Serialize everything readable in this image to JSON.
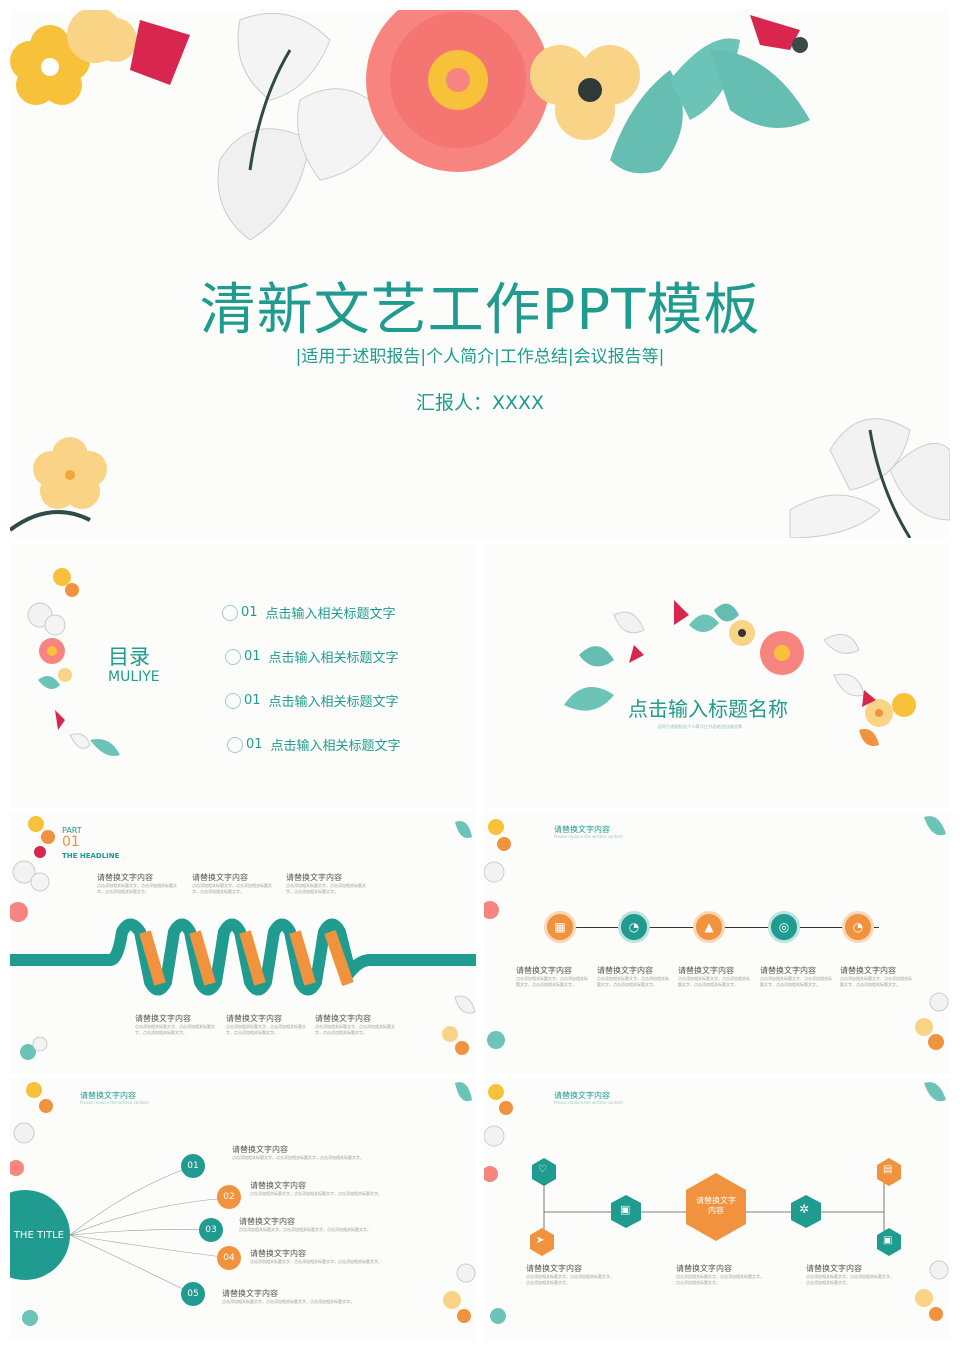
{
  "colors": {
    "teal": "#1f9b8f",
    "orange": "#f0923e",
    "pink": "#f7747a",
    "yellow": "#f7cf6d",
    "mint": "#6cc3b7"
  },
  "cover": {
    "title": "清新文艺工作PPT模板",
    "subtitle": "|适用于述职报告|个人简介|工作总结|会议报告等|",
    "reporter": "汇报人：XXXX"
  },
  "toc": {
    "title": "目录",
    "title_en": "MULIYE",
    "items": [
      {
        "num": "01",
        "label": "点击输入相关标题文字"
      },
      {
        "num": "01",
        "label": "点击输入相关标题文字"
      },
      {
        "num": "01",
        "label": "点击输入相关标题文字"
      },
      {
        "num": "01",
        "label": "点击输入相关标题文字"
      }
    ]
  },
  "section": {
    "title": "点击输入标题名称",
    "sub": "适用于述职报告|个人简介|工作总结|会议报告等"
  },
  "part": {
    "label": "PART",
    "num": "01",
    "headline": "THE HEADLINE",
    "top_blocks": [
      {
        "title": "请替换文字内容",
        "body": "点击添加相关标题文字，点击添加相关标题文字，点击添加相关标题文字。"
      },
      {
        "title": "请替换文字内容",
        "body": "点击添加相关标题文字，点击添加相关标题文字，点击添加相关标题文字。"
      },
      {
        "title": "请替换文字内容",
        "body": "点击添加相关标题文字，点击添加相关标题文字，点击添加相关标题文字。"
      }
    ],
    "bottom_blocks": [
      {
        "title": "请替换文字内容",
        "body": "点击添加相关标题文字，点击添加相关标题文字，点击添加相关标题文字。"
      },
      {
        "title": "请替换文字内容",
        "body": "点击添加相关标题文字，点击添加相关标题文字，点击添加相关标题文字。"
      },
      {
        "title": "请替换文字内容",
        "body": "点击添加相关标题文字，点击添加相关标题文字，点击添加相关标题文字。"
      }
    ]
  },
  "timeline": {
    "title": "请替换文字内容",
    "title_en": "Please replace the written content",
    "icons": [
      "map-icon",
      "gauge-icon",
      "graduation-icon",
      "globe-icon",
      "gauge-icon"
    ],
    "blocks": [
      {
        "title": "请替换文字内容",
        "body": "点击添加相关标题文字，点击添加相关标题文字，点击添加相关标题文字。"
      },
      {
        "title": "请替换文字内容",
        "body": "点击添加相关标题文字，点击添加相关标题文字，点击添加相关标题文字。"
      },
      {
        "title": "请替换文字内容",
        "body": "点击添加相关标题文字，点击添加相关标题文字，点击添加相关标题文字。"
      },
      {
        "title": "请替换文字内容",
        "body": "点击添加相关标题文字，点击添加相关标题文字，点击添加相关标题文字。"
      },
      {
        "title": "请替换文字内容",
        "body": "点击添加相关标题文字，点击添加相关标题文字，点击添加相关标题文字。"
      }
    ]
  },
  "fan": {
    "title": "请替换文字内容",
    "title_en": "Please replace the written content",
    "center": "THE TITLE",
    "items": [
      {
        "num": "01",
        "title": "请替换文字内容",
        "body": "点击添加相关标题文字，点击添加相关标题文字，点击添加相关标题文字。"
      },
      {
        "num": "02",
        "title": "请替换文字内容",
        "body": "点击添加相关标题文字，点击添加相关标题文字，点击添加相关标题文字。"
      },
      {
        "num": "03",
        "title": "请替换文字内容",
        "body": "点击添加相关标题文字，点击添加相关标题文字，点击添加相关标题文字。"
      },
      {
        "num": "04",
        "title": "请替换文字内容",
        "body": "点击添加相关标题文字，点击添加相关标题文字，点击添加相关标题文字。"
      },
      {
        "num": "05",
        "title": "请替换文字内容",
        "body": "点击添加相关标题文字，点击添加相关标题文字，点击添加相关标题文字。"
      }
    ]
  },
  "hex": {
    "title": "请替换文字内容",
    "title_en": "Please replace the written content",
    "center": "请替换文字内容",
    "icons": [
      "heart-icon",
      "chat-icon",
      "gift-icon",
      "gear-icon",
      "plane-icon",
      "case-icon"
    ],
    "blocks": [
      {
        "title": "请替换文字内容",
        "body": "点击添加相关标题文字，点击添加相关标题文字，点击添加相关标题文字。"
      },
      {
        "title": "请替换文字内容",
        "body": "点击添加相关标题文字，点击添加相关标题文字，点击添加相关标题文字。"
      },
      {
        "title": "请替换文字内容",
        "body": "点击添加相关标题文字，点击添加相关标题文字，点击添加相关标题文字。"
      }
    ]
  }
}
